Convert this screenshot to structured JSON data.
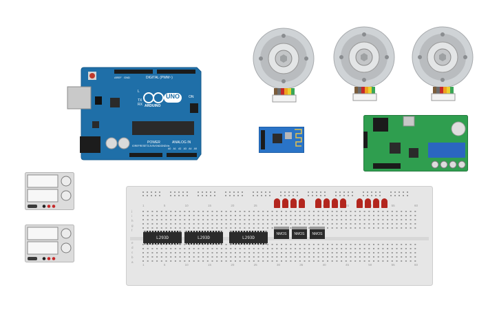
{
  "arduino": {
    "logo": "ARDUINO",
    "model": "UNO",
    "header_digital": "DIGITAL (PWM~)",
    "header_power": "POWER",
    "header_analog": "ANALOG IN",
    "pin_aref": "AREF",
    "pin_gnd": "GND",
    "pin_l": "L",
    "pin_tx": "TX",
    "pin_rx": "RX",
    "pin_on": "ON",
    "power_pins": [
      "IOREF",
      "RESET",
      "3.3V",
      "5V",
      "GND",
      "GND",
      "Vin"
    ],
    "analog_pins": [
      "A0",
      "A1",
      "A2",
      "A3",
      "A4",
      "A5"
    ]
  },
  "chips": {
    "driver_label": "L293D",
    "mosfet_label": "NMOS"
  },
  "breadboard": {
    "column_numbers": [
      "1",
      "5",
      "10",
      "15",
      "20",
      "25",
      "30",
      "35",
      "40",
      "45",
      "50",
      "55",
      "60"
    ],
    "row_letters_top": [
      "j",
      "i",
      "h",
      "g",
      "f"
    ],
    "row_letters_bottom": [
      "e",
      "d",
      "c",
      "b",
      "a"
    ]
  },
  "colors": {
    "arduino_board": "#1f6fa8",
    "esp_board": "#2a74c7",
    "driver_board": "#2f9e4f",
    "led_red": "#b3261e",
    "breadboard": "#e6e6e6",
    "chip": "#2b2b2b"
  }
}
